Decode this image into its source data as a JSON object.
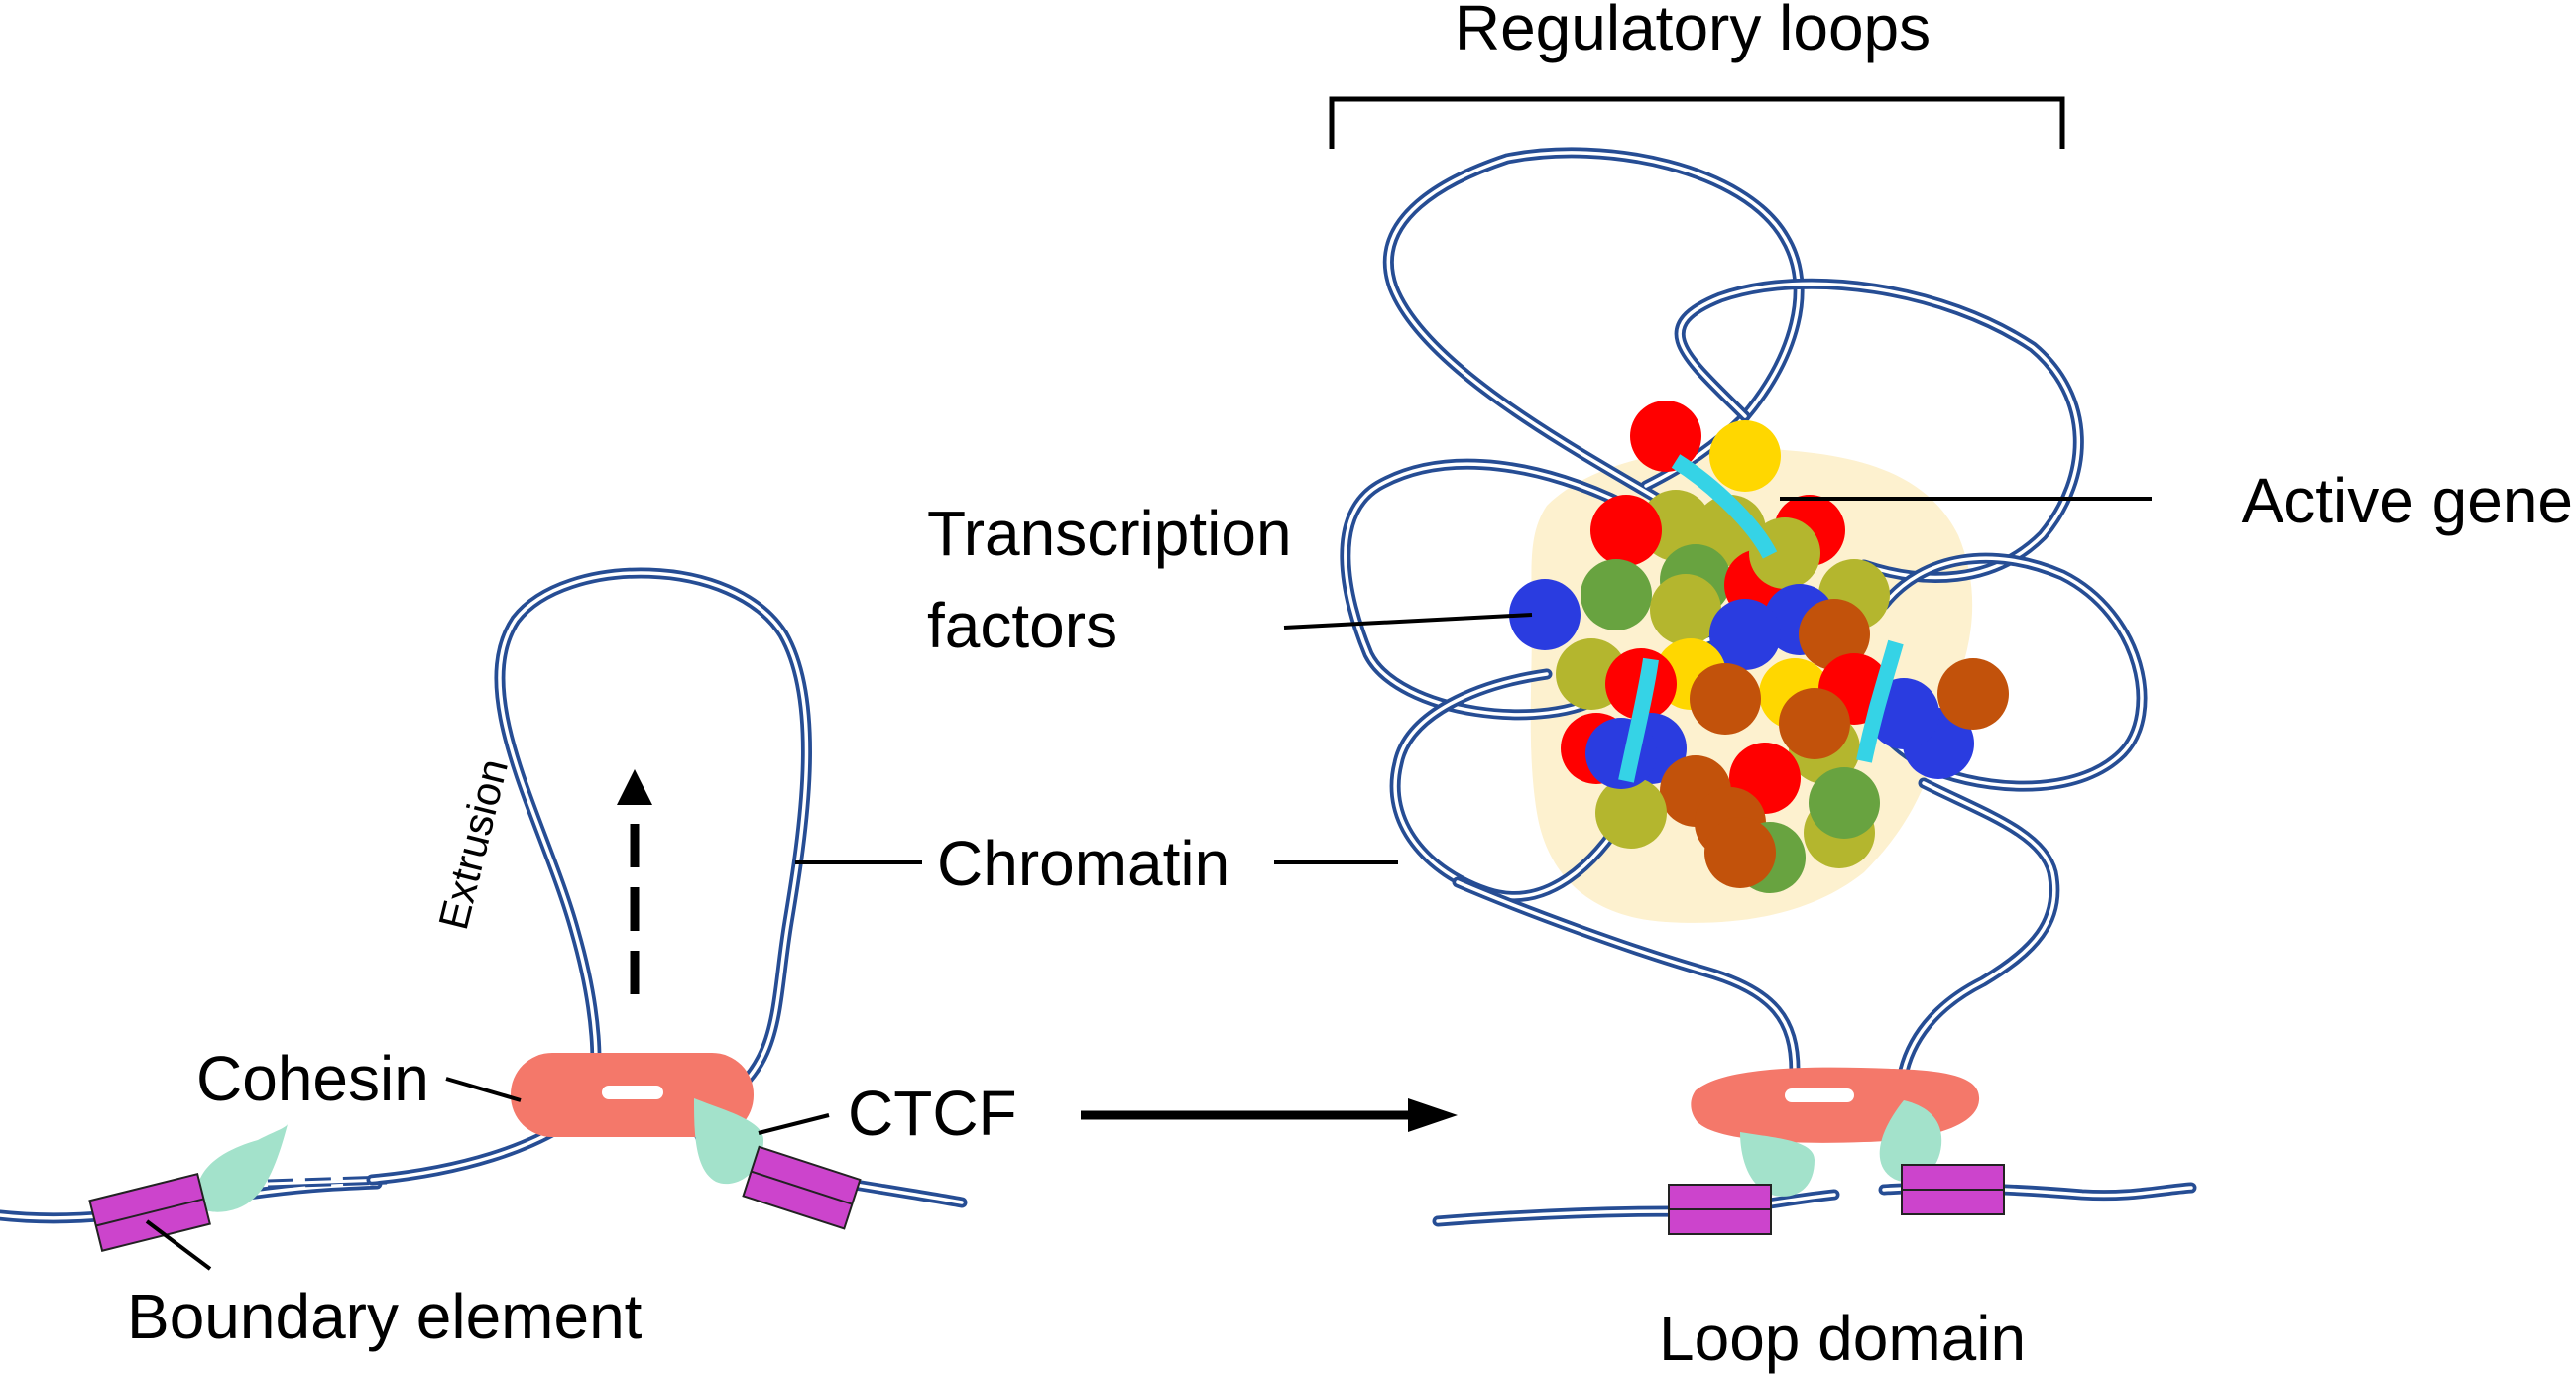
{
  "labels": {
    "regulatory_loops": "Regulatory loops",
    "active_gene": "Active gene",
    "transcription_factors_line1": "Transcription",
    "transcription_factors_line2": "factors",
    "chromatin": "Chromatin",
    "extrusion": "Extrusion",
    "cohesin": "Cohesin",
    "ctcf": "CTCF",
    "boundary_element": "Boundary element",
    "loop_domain": "Loop domain"
  },
  "colors": {
    "chromatin": "#264d94",
    "cohesin": "#f4786a",
    "ctcf": "#a3e2cb",
    "boundary_element": "#cc44cc",
    "active_gene": "#35d3e6",
    "condensate": "#fdf1cf",
    "tf_palette": [
      "#ff0000",
      "#ffd700",
      "#b4b62e",
      "#68a340",
      "#2a3ce0",
      "#c2520b"
    ]
  },
  "transcription_factor_colors": [
    "red",
    "yellow",
    "olive",
    "red",
    "olive",
    "red",
    "green",
    "red",
    "olive",
    "olive",
    "blue",
    "blue",
    "green",
    "olive",
    "brown",
    "blue",
    "olive",
    "yellow",
    "red",
    "yellow",
    "brown",
    "red",
    "blue",
    "blue",
    "red",
    "olive",
    "brown",
    "blue",
    "red",
    "brown",
    "olive",
    "brown",
    "olive",
    "green",
    "brown",
    "blue",
    "brown",
    "green"
  ]
}
